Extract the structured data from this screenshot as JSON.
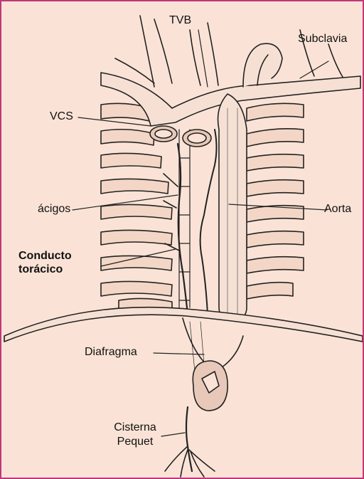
{
  "labels": {
    "tvb": "TVB",
    "subclavia": "Subclavia",
    "vcs": "VCS",
    "acigos": "ácigos",
    "aorta": "Aorta",
    "conducto_line1": "Conducto",
    "conducto_line2": "torácico",
    "diafragma": "Diafragma",
    "cisterna_line1": "Cisterna",
    "cisterna_line2": "Pequet"
  },
  "colors": {
    "frame_border": "#c0387a",
    "background": "#fae3d6",
    "ink": "#111111"
  }
}
